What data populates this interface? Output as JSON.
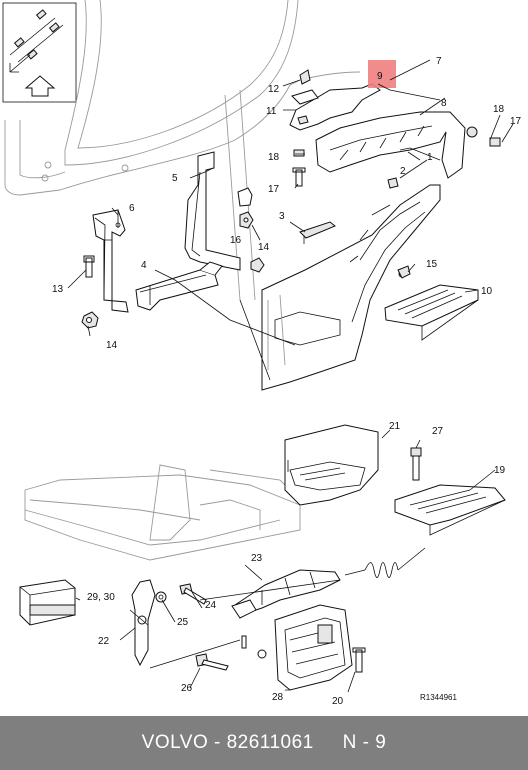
{
  "footer": {
    "brand": "VOLVO",
    "separator": " - ",
    "part_number": "82611061",
    "gap": "     ",
    "page_ref": "N - 9"
  },
  "diagram": {
    "reference": "R1344961",
    "callouts": {
      "c3": "3",
      "c4": "4",
      "c5": "5",
      "c6": "6",
      "c7": "7",
      "c8": "8",
      "c9": "9",
      "c10": "10",
      "c11": "11",
      "c12": "12",
      "c13": "13",
      "c14a": "14",
      "c14b": "14",
      "c15": "15",
      "c16": "16",
      "c17a": "17",
      "c17b": "17",
      "c18a": "18",
      "c18b": "18",
      "c19": "19",
      "c20": "20",
      "c21": "21",
      "c22": "22",
      "c23": "23",
      "c24": "24",
      "c25": "25",
      "c26": "26",
      "c27": "27",
      "c28": "28",
      "c29_30": "29, 30",
      "c1": "1",
      "c2": "2"
    },
    "highlight_color": "#f08080"
  }
}
